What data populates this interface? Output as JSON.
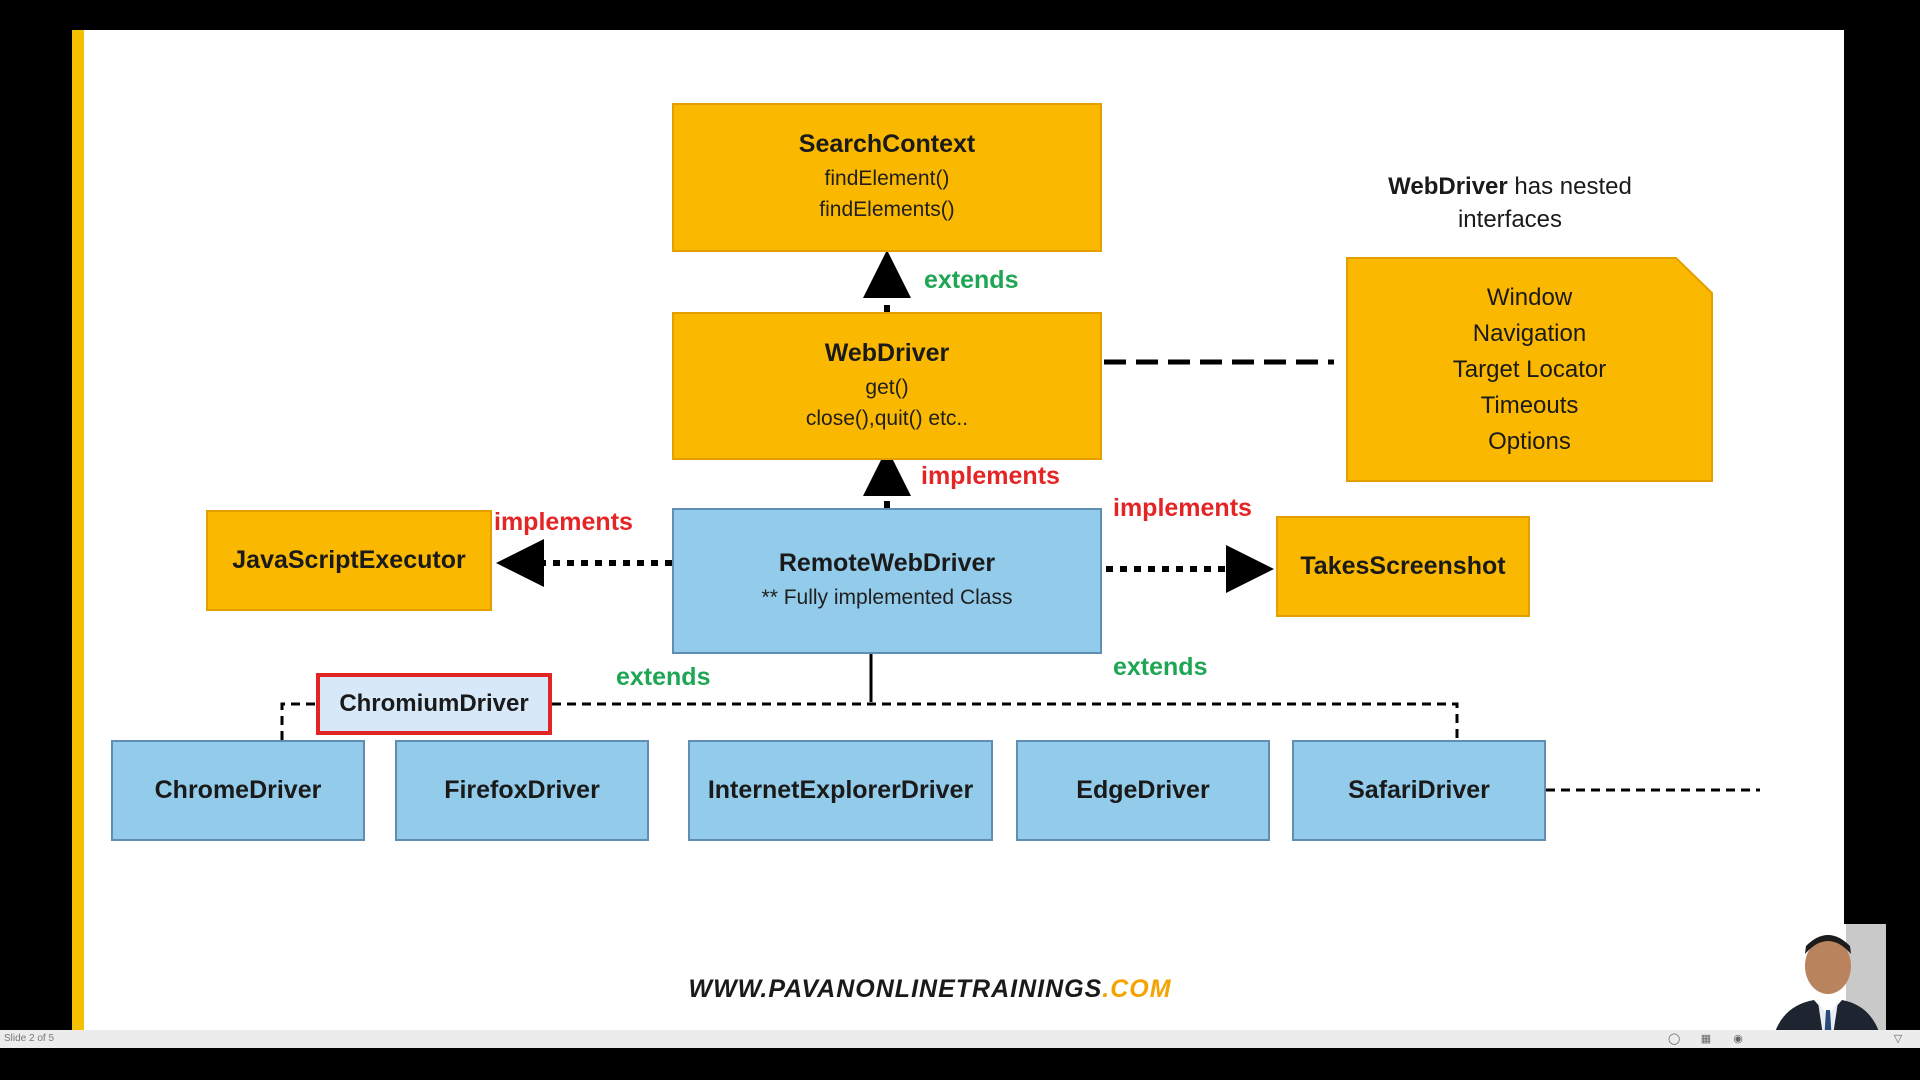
{
  "diagram": {
    "search_context": {
      "title": "SearchContext",
      "methods": [
        "findElement()",
        "findElements()"
      ]
    },
    "webdriver": {
      "title": "WebDriver",
      "methods": [
        "get()",
        "close(),quit() etc.."
      ]
    },
    "nested_note": {
      "bold": "WebDriver",
      "rest": " has nested",
      "line2": "interfaces"
    },
    "nested_interfaces": [
      "Window",
      "Navigation",
      "Target Locator",
      "Timeouts",
      "Options"
    ],
    "remote_webdriver": {
      "title": "RemoteWebDriver",
      "subtitle": "** Fully implemented Class"
    },
    "javascript_executor": "JavaScriptExecutor",
    "takes_screenshot": "TakesScreenshot",
    "chromium_driver": "ChromiumDriver",
    "drivers": [
      "ChromeDriver",
      "FirefoxDriver",
      "InternetExplorerDriver",
      "EdgeDriver",
      "SafariDriver"
    ],
    "labels": {
      "extends_top": "extends",
      "implements_webdriver": "implements",
      "implements_js": "implements",
      "implements_screenshot": "implements",
      "extends_left": "extends",
      "extends_right": "extends"
    }
  },
  "footer": {
    "url_host": "WWW.PAVANONLINETRAININGS",
    "url_tld": ".COM"
  },
  "status_bar": {
    "slide_counter": "Slide 2 of 5"
  },
  "colors": {
    "interface_fill": "#fbb800",
    "class_fill": "#93cbea",
    "extends_label": "#1fa654",
    "implements_label": "#e42525",
    "highlight_border": "#e32424",
    "accent_bar": "#f5c000"
  }
}
